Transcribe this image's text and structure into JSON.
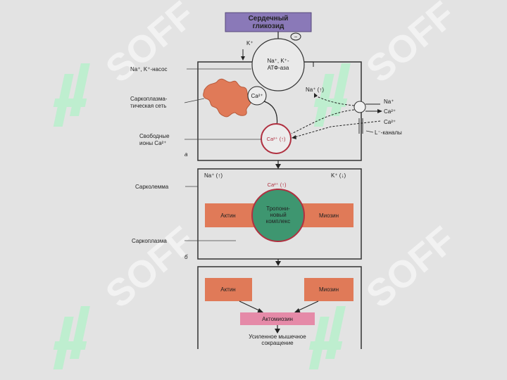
{
  "watermark": "SOFF",
  "top_box": {
    "line1": "Сердечный",
    "line2": "гликозид",
    "color": "#8a79b8"
  },
  "pump": {
    "line1": "Na⁺, K⁺-",
    "line2": "АТФ-аза",
    "minus": "−"
  },
  "k_plus": "K⁺",
  "labels": {
    "pump": "Na⁺, K⁺-насос",
    "sr_line1": "Саркоплазма-",
    "sr_line2": "тическая сеть",
    "free_line1": "Свободные",
    "free_line2": "ионы Ca²⁺",
    "sarcolemma": "Сарколемма",
    "sarcoplasm": "Саркоплазма",
    "l_channels": "L⁻-каналы"
  },
  "panel1": {
    "ca_sr": "Ca²⁺",
    "ca_center": "Ca²⁺ (↑)",
    "na_inside": "Na⁺ (↑)",
    "na_out": "Na⁺",
    "ca_out1": "Ca²⁺",
    "ca_out2": "Ca²⁺",
    "letter": "а"
  },
  "panel2": {
    "na": "Na⁺ (↑)",
    "k": "K⁺ (↓)",
    "ca": "Ca²⁺ (↑)",
    "minus": "−",
    "actin": "Актин",
    "myosin": "Миозин",
    "troponin_line1": "Тропони-",
    "troponin_line2": "новый",
    "troponin_line3": "комплекс",
    "letter": "б"
  },
  "panel3": {
    "actin": "Актин",
    "myosin": "Миозин",
    "actomyosin": "Актомиозин",
    "result_line1": "Усиленное мышечное",
    "result_line2": "сокращение"
  },
  "colors": {
    "orange": "#e07a58",
    "pink": "#e58aa8",
    "green": "#3e9670",
    "red": "#b03040",
    "purple": "#8a79b8",
    "watermark_green": "#b7f0cc"
  }
}
